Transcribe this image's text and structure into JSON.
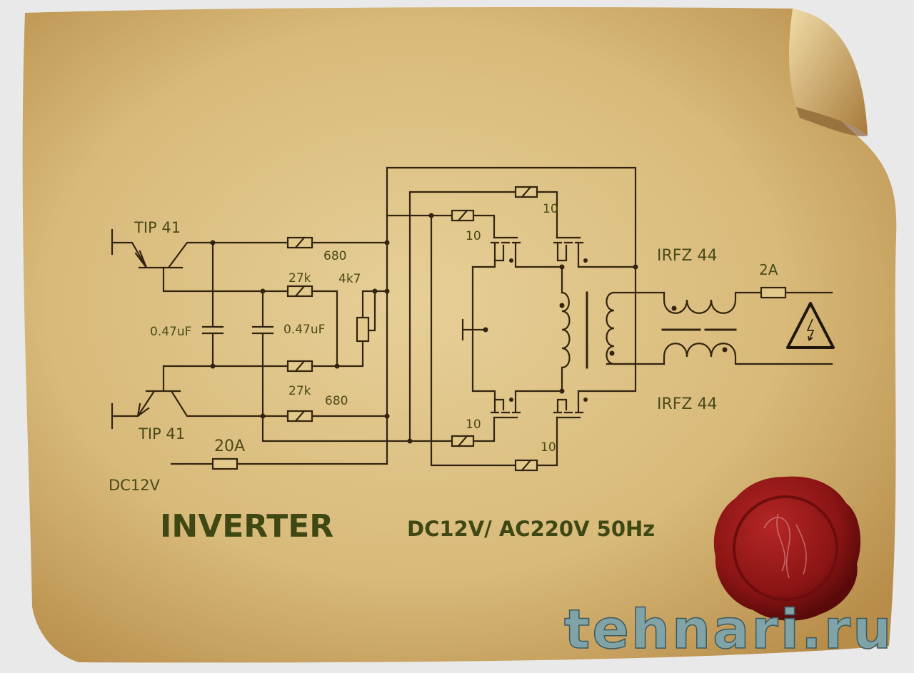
{
  "title": "INVERTER",
  "subtitle": "DC12V/ AC220V 50Hz",
  "input_label": "DC12V",
  "transistors": {
    "top": "TIP 41",
    "bottom": "TIP 41"
  },
  "mosfets": {
    "top": "IRFZ 44",
    "bottom": "IRFZ 44"
  },
  "resistors": {
    "r680_top": "680",
    "r27k_top": "27k",
    "pot": "4k7",
    "r27k_bottom": "27k",
    "r680_bottom": "680",
    "gate_r_upper_left": "10",
    "gate_r_upper_right": "10",
    "gate_r_lower_left": "10",
    "gate_r_lower_right": "10"
  },
  "capacitors": {
    "left": "0.47uF",
    "right": "0.47uF"
  },
  "fuses": {
    "input": "20A",
    "output": "2A"
  },
  "watermark": "tehnari.ru",
  "icons": {
    "warning": "high-voltage-warning-icon",
    "seal": "wax-seal"
  },
  "colors": {
    "parchment": "#d9bd7e",
    "ink": "#33240f",
    "text": "#4b4a18",
    "seal": "#8e1717",
    "watermark": "#7fa3a6"
  }
}
